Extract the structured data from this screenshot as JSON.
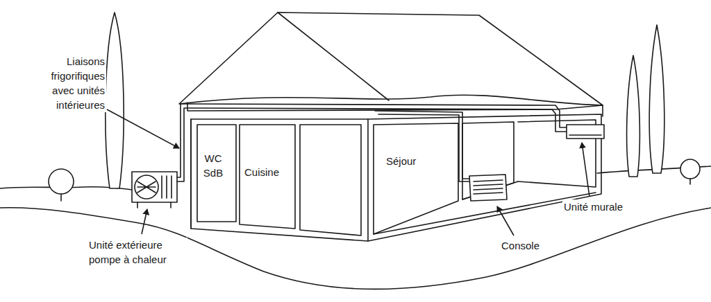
{
  "diagram": {
    "labels": [
      "Liaisons frigorifiques avec unités intérieures",
      "WC SdB",
      "Cuisine",
      "Séjour",
      "Unité murale",
      "Unité extérieure pompe à chaleur",
      "Console"
    ]
  }
}
